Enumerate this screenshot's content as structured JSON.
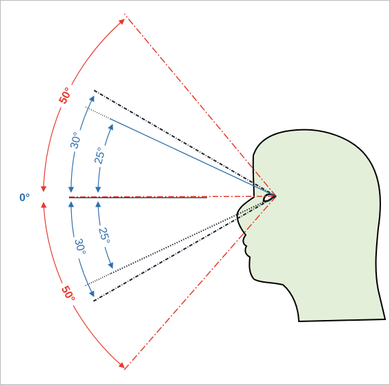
{
  "labels": {
    "zero": "0°",
    "upper_outer": "50°",
    "lower_outer": "50°",
    "upper_mid": "30°",
    "lower_mid": "30°",
    "upper_inner": "25°",
    "lower_inner": "25°"
  },
  "colors": {
    "outer": "#e53a2e",
    "inner": "#2f6fad",
    "dark": "#1b2430",
    "head_fill": "#e4efd9",
    "frame": "#b9b9b9"
  }
}
